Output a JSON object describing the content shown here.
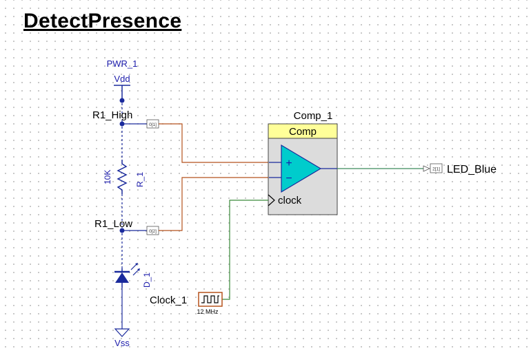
{
  "schematic": {
    "title": "DetectPresence",
    "power": {
      "name": "PWR_1",
      "net": "Vdd"
    },
    "ground": {
      "net": "Vss"
    },
    "resistor": {
      "name": "R_1",
      "value": "10K",
      "net_high": "R1_High",
      "net_low": "R1_Low"
    },
    "diode": {
      "name": "D_1"
    },
    "comparator": {
      "instance": "Comp_1",
      "type": "Comp",
      "plus": "+",
      "minus": "−",
      "clock_label": "clock"
    },
    "clock": {
      "name": "Clock_1",
      "frequency": "12 MHz"
    },
    "output": {
      "net": "LED_Blue",
      "tag": "2[1]"
    },
    "tags": {
      "high": "0[1]",
      "low": "0[2]"
    },
    "colors": {
      "wire_power": "#1a2a9c",
      "wire_analog": "#b5521c",
      "wire_clock": "#3a8a3a",
      "wire_out": "#2a7a5a",
      "label_blue": "#1a1aaa",
      "comp_header": "#ffff99",
      "comp_body": "#dcdcdc",
      "opamp_fill": "#00cccc",
      "clock_icon": "#b5521c"
    }
  }
}
